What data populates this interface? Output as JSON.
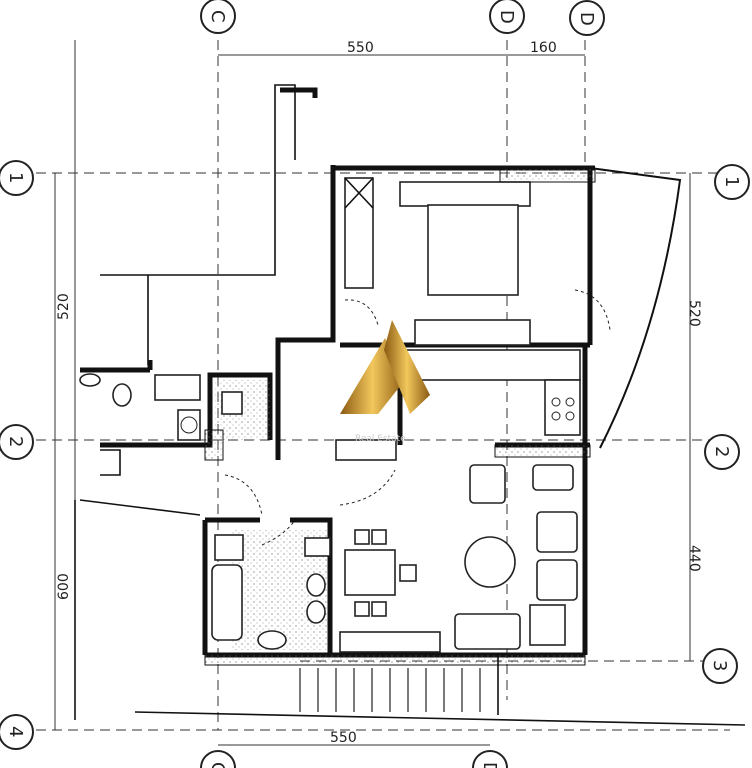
{
  "grid_axes": {
    "columns": [
      {
        "label": "C"
      },
      {
        "label": "D"
      },
      {
        "label": "D"
      }
    ],
    "rows": [
      {
        "label": "1"
      },
      {
        "label": "2"
      },
      {
        "label": "3"
      },
      {
        "label": "4"
      }
    ],
    "bottom_columns": [
      {
        "label": "C"
      },
      {
        "label": "D"
      }
    ]
  },
  "dimensions": {
    "top": [
      "550",
      "160"
    ],
    "left": [
      "520",
      "600"
    ],
    "right": [
      "520",
      "440"
    ],
    "bottom": [
      "550"
    ]
  },
  "logo": {
    "text": "Real Estate",
    "colors": [
      "#b8862a",
      "#f2c75c",
      "#8a5a12"
    ]
  }
}
